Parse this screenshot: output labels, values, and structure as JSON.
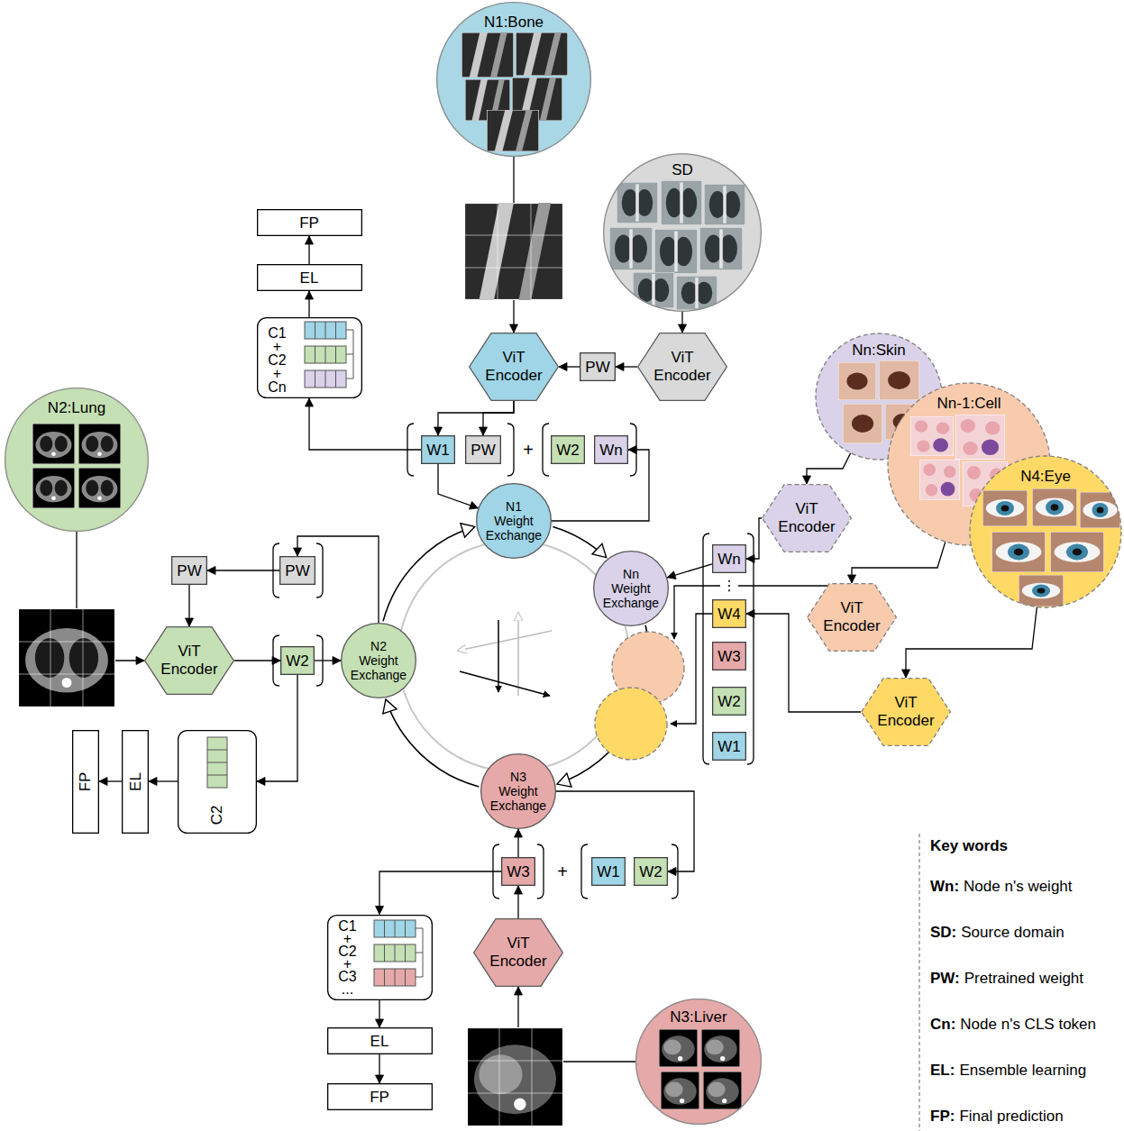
{
  "diagram": {
    "nodes": [
      {
        "text": [
          "N1:Bone"
        ]
      },
      {
        "text": [
          "SD"
        ]
      },
      {
        "text": [
          "FP"
        ]
      },
      {
        "text": [
          "EL"
        ]
      },
      {
        "text": [
          "C1",
          "+",
          "C2",
          "+",
          "Cn"
        ]
      },
      {
        "text": [
          "ViT Encoder"
        ]
      },
      {
        "text": [
          "PW"
        ]
      },
      {
        "text": [
          "ViT Encoder"
        ]
      },
      {
        "text": [
          "W1"
        ]
      },
      {
        "text": [
          "PW"
        ]
      },
      {
        "text": [
          "W2"
        ]
      },
      {
        "text": [
          "Wn"
        ]
      },
      {
        "text": [
          "Nn:Skin"
        ]
      },
      {
        "text": [
          "Nn-1:Cell"
        ]
      },
      {
        "text": [
          "N4:Eye"
        ]
      },
      {
        "text": [
          "N2:Lung"
        ]
      },
      {
        "text": [
          "N1 Weight Exchange"
        ]
      },
      {
        "text": [
          "ViT Encoder"
        ]
      },
      {
        "text": [
          "PW"
        ]
      },
      {
        "text": [
          "PW"
        ]
      },
      {
        "text": [
          "Wn"
        ]
      },
      {
        "text": [
          "Nn Weight Exchange"
        ]
      },
      {
        "text": [
          "W4"
        ]
      },
      {
        "text": [
          "ViT Encoder"
        ]
      },
      {
        "text": [
          "ViT Encoder"
        ]
      },
      {
        "text": [
          "W2"
        ]
      },
      {
        "text": [
          "N2 Weight Exchange"
        ]
      },
      {
        "text": [
          "W3"
        ]
      },
      {
        "text": [
          "W2"
        ]
      },
      {
        "text": [
          "ViT Encoder"
        ]
      },
      {
        "text": [
          "W1"
        ]
      },
      {
        "text": [
          "C2"
        ]
      },
      {
        "text": [
          "EL"
        ]
      },
      {
        "text": [
          "FP"
        ]
      },
      {
        "text": [
          "N3 Weight Exchange"
        ]
      },
      {
        "text": [
          "W3"
        ]
      },
      {
        "text": [
          "W1"
        ]
      },
      {
        "text": [
          "W2"
        ]
      },
      {
        "text": [
          "ViT Encoder"
        ]
      },
      {
        "text": [
          "C1",
          "+",
          "C2",
          "+",
          "C3",
          "..."
        ]
      },
      {
        "text": [
          "EL"
        ]
      },
      {
        "text": [
          "FP"
        ]
      },
      {
        "text": [
          "N3:Liver"
        ]
      }
    ],
    "edges": [
      {
        "from": 0,
        "to": 5,
        "arrow": "to"
      },
      {
        "from": 1,
        "to": 7,
        "arrow": "to"
      },
      {
        "from": 7,
        "to": 6,
        "arrow": "to"
      },
      {
        "from": 6,
        "to": 5,
        "arrow": "to"
      },
      {
        "from": 5,
        "to": 8,
        "arrow": "to"
      },
      {
        "from": 5,
        "to": 9,
        "arrow": "to"
      },
      {
        "from": 8,
        "to": 16,
        "arrow": "to"
      },
      {
        "from": 16,
        "to": 11,
        "arrow": "to"
      },
      {
        "from": 8,
        "to": 4,
        "arrow": "to"
      },
      {
        "from": 4,
        "to": 3,
        "arrow": "to"
      },
      {
        "from": 3,
        "to": 2,
        "arrow": "to"
      },
      {
        "from": 15,
        "to": 24,
        "arrow": "to"
      },
      {
        "from": 19,
        "to": 18,
        "arrow": "to"
      },
      {
        "from": 18,
        "to": 24,
        "arrow": "to"
      },
      {
        "from": 24,
        "to": 25,
        "arrow": "to"
      },
      {
        "from": 25,
        "to": 26,
        "arrow": "to"
      },
      {
        "from": 26,
        "to": 19,
        "arrow": "to"
      },
      {
        "from": 25,
        "to": 31,
        "arrow": "to"
      },
      {
        "from": 31,
        "to": 32,
        "arrow": "to"
      },
      {
        "from": 32,
        "to": 33,
        "arrow": "to"
      },
      {
        "from": 42,
        "to": 38,
        "arrow": "to"
      },
      {
        "from": 38,
        "to": 35,
        "arrow": "to"
      },
      {
        "from": 35,
        "to": 34,
        "arrow": "to"
      },
      {
        "from": 34,
        "to": 37,
        "arrow": "to"
      },
      {
        "from": 35,
        "to": 39,
        "arrow": "to"
      },
      {
        "from": 39,
        "to": 40,
        "arrow": "to"
      },
      {
        "from": 40,
        "to": 41,
        "arrow": "to"
      },
      {
        "from": 12,
        "to": 17,
        "arrow": "to"
      },
      {
        "from": 17,
        "to": 20,
        "arrow": "to"
      },
      {
        "from": 20,
        "to": 21,
        "arrow": "to"
      },
      {
        "from": 29,
        "to": 22,
        "arrow": "to"
      },
      {
        "from": 13,
        "to": 23,
        "arrow": "to"
      },
      {
        "from": 14,
        "to": 29,
        "arrow": "to"
      },
      {
        "from": 16,
        "to": 21,
        "arrow": "to"
      },
      {
        "from": 21,
        "to": 34,
        "arrow": "to"
      },
      {
        "from": 34,
        "to": 26,
        "arrow": "to"
      },
      {
        "from": 26,
        "to": 16,
        "arrow": "to"
      }
    ],
    "labels": [
      "+",
      "+",
      "⋮",
      "Key words",
      "Wn:",
      "Node n's weight",
      "SD:",
      "Source domain",
      "PW:",
      "Pretrained weight",
      "Cn:",
      "Node n's CLS token",
      "EL:",
      "Ensemble learning",
      "FP:",
      "Final prediction"
    ]
  }
}
